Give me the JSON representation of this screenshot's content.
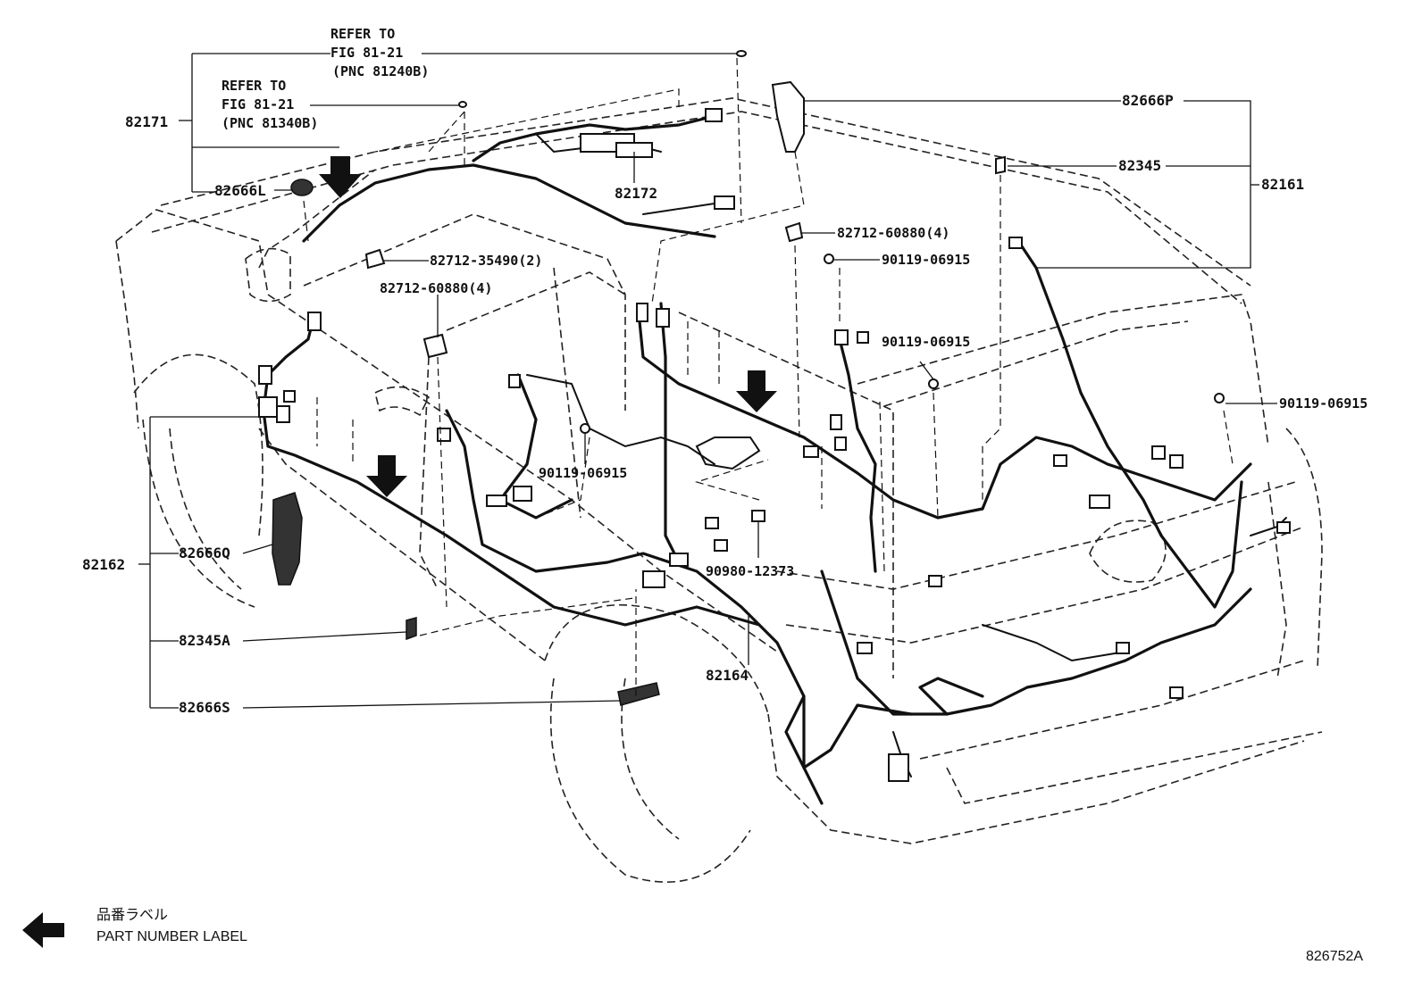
{
  "refer_a": {
    "l1": "REFER TO",
    "l2": "FIG 81-21",
    "l3": "(PNC 81240B)"
  },
  "refer_b": {
    "l1": "REFER TO",
    "l2": "FIG 81-21",
    "l3": "(PNC 81340B)"
  },
  "parts": {
    "p82171": "82171",
    "p82666L": "82666L",
    "p82172": "82172",
    "p82712_35490": "82712-35490(2)",
    "p82712_60880_a": "82712-60880(4)",
    "p82712_60880_b": "82712-60880(4)",
    "p82666P": "82666P",
    "p82345": "82345",
    "p82161": "82161",
    "p90119_a": "90119-06915",
    "p90119_b": "90119-06915",
    "p90119_c": "90119-06915",
    "p90119_d": "90119-06915",
    "p82162": "82162",
    "p82666Q": "82666Q",
    "p82345A": "82345A",
    "p82666S": "82666S",
    "p90980": "90980-12373",
    "p82164": "82164"
  },
  "legend": {
    "jp": "品番ラベル",
    "en": "PART NUMBER LABEL"
  },
  "figure_id": "826752A"
}
